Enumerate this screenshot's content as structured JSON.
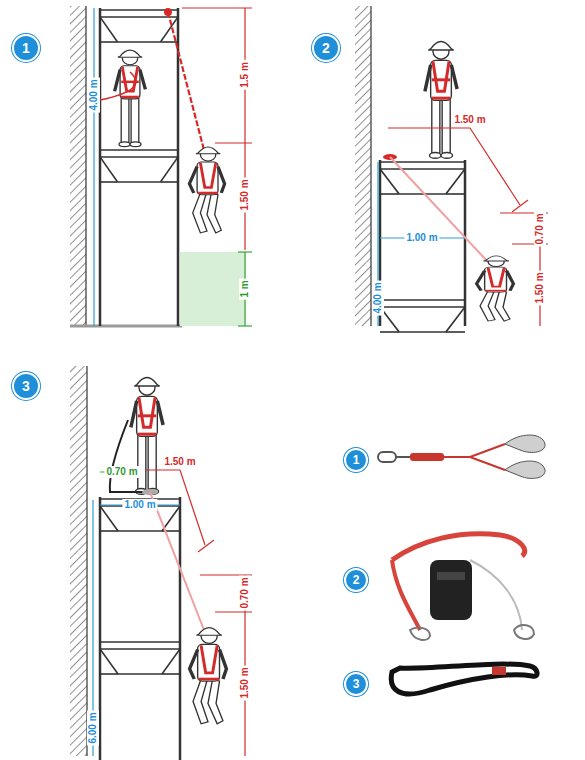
{
  "diagram": {
    "nodes": [
      {
        "text": [
          "1"
        ]
      },
      {
        "text": [
          "2"
        ]
      },
      {
        "text": [
          "3"
        ]
      },
      {
        "text": [
          "1"
        ]
      },
      {
        "text": [
          "2"
        ]
      },
      {
        "text": [
          "3"
        ]
      }
    ],
    "labels": [
      "4.00 m",
      "1.5 m",
      "1.50 m",
      "1 m",
      "1.50 m",
      "1.00 m",
      "0.70 m",
      "1.50 m",
      "4.00 m",
      "0.70 m",
      "1.50 m",
      "1.00 m",
      "0.70 m",
      "1.50 m",
      "6.00 m"
    ]
  }
}
